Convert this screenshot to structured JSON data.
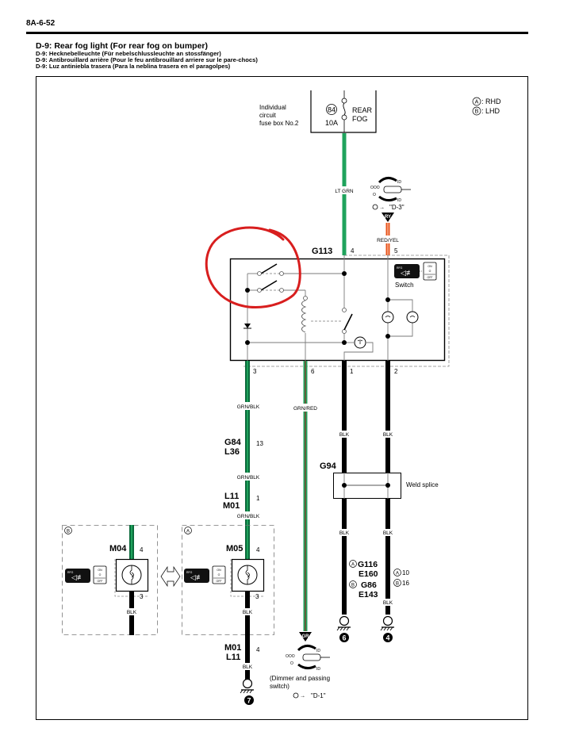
{
  "page": {
    "page_number": "8A-6-52",
    "title": "D-9: Rear fog light (For rear fog on bumper)",
    "subtitles": [
      "D-9: Hecknebelleuchte (Für nebelschlussleuchte an stossfänger)",
      "D-9: Antibrouillard arrière (Pour le feu antibrouillard arriere sur le pare-chocs)",
      "D-9: Luz antiniebla trasera (Para la neblina trasera en el paragolpes)"
    ]
  },
  "legend": {
    "a_symbol": "A",
    "a_label": ": RHD",
    "b_symbol": "B",
    "b_label": ": LHD"
  },
  "fuse": {
    "box_label_lines": [
      "Individual",
      "circuit",
      "fuse box No.2"
    ],
    "number": "84",
    "rating": "10A",
    "name_lines": [
      "REAR",
      "FOG"
    ]
  },
  "colors": {
    "green": "#1fa35c",
    "dark_green": "#0b6b3c",
    "orange": "#e8541c",
    "black": "#000000",
    "gray_line": "#7a7a7a",
    "annotation_red": "#d81e1e"
  },
  "wires": {
    "lt_grn": "LT GRN",
    "red_yel": "RED/YEL",
    "grn_blk": "GRN/BLK",
    "grn_red": "GRN/RED",
    "blk": "BLK"
  },
  "switch_module": {
    "connector": "G113",
    "pins_top": [
      "4",
      "5"
    ],
    "pins_bottom": [
      "3",
      "6",
      "1",
      "2"
    ],
    "switch_label": "Switch",
    "indicator_badge": "RFG",
    "slider_lines": [
      "ON",
      "O",
      "OFF"
    ]
  },
  "stalk_top": {
    "reference": "\"D-3\"",
    "wire_tag": "RY"
  },
  "stalk_bottom": {
    "reference": "\"D-1\"",
    "wire_tag": "GR",
    "caption_lines": [
      "(Dimmer and passing",
      "switch)"
    ]
  },
  "connectors": {
    "g84_l36": {
      "names": [
        "G84",
        "L36"
      ],
      "pin": "13"
    },
    "l11_m01": {
      "names": [
        "L11",
        "M01"
      ],
      "pin": "1"
    },
    "m01_l11": {
      "names": [
        "M01",
        "L11"
      ],
      "pin": "4"
    },
    "g94": {
      "name": "G94",
      "label": "Weld splice"
    },
    "ground_conn": {
      "a_lines": [
        "G116",
        "E160"
      ],
      "b_lines": [
        "G86",
        "E143"
      ],
      "a_pin": "10",
      "b_pin": "16"
    }
  },
  "lamps": {
    "b_variant": {
      "marker": "B",
      "connector": "M04",
      "pin_top": "4",
      "pin_bottom": "3",
      "wire": "BLK"
    },
    "a_variant": {
      "marker": "A",
      "connector": "M05",
      "pin_top": "4",
      "pin_bottom": "3",
      "wire": "BLK"
    }
  },
  "grounds": {
    "g6": "6",
    "g4": "4",
    "g7": "7"
  }
}
